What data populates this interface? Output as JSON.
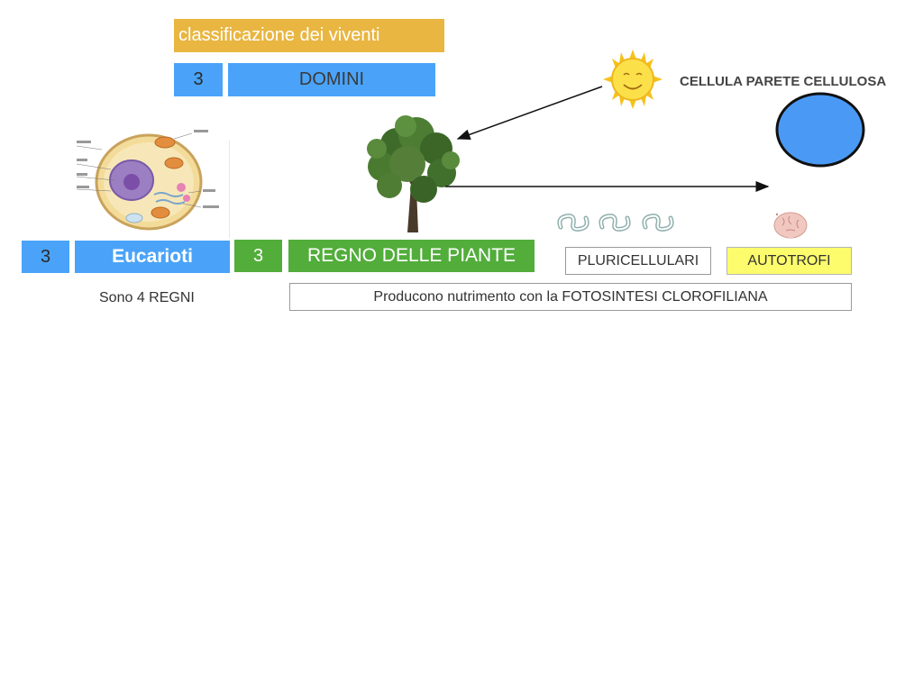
{
  "title": "classificazione dei viventi",
  "domini": {
    "number": "3",
    "label": "DOMINI"
  },
  "eucarioti": {
    "number": "3",
    "label": "Eucarioti"
  },
  "regno": {
    "number": "3",
    "label": "REGNO DELLE PIANTE"
  },
  "pluricellulari": "PLURICELLULARI",
  "autotrofi": "AUTOTROFI",
  "producono": "Producono nutrimento con la FOTOSINTESI CLOROFILIANA",
  "sono_regni": "Sono 4 REGNI",
  "cellula_parete": "CELLULA PARETE CELLULOSA",
  "colors": {
    "title_bg": "#e9b642",
    "blue": "#4aa3f8",
    "green": "#52ad3b",
    "yellow": "#fcfc6c",
    "cell_circle": "#4a9af5"
  },
  "icons": [
    "eukaryotic-cell-image",
    "sun-icon",
    "tree-icon",
    "worm-icon",
    "brain-icon",
    "cell-circle"
  ]
}
